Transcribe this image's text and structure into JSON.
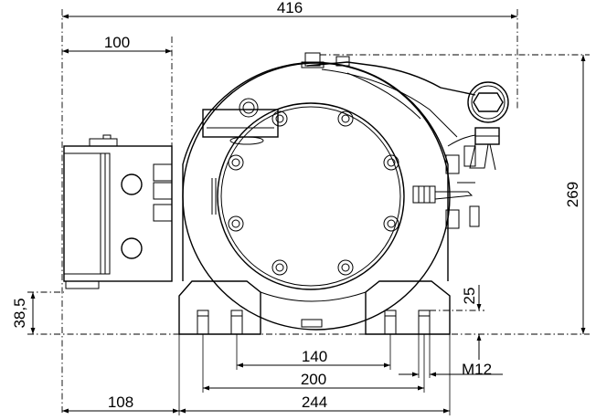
{
  "dimensions": {
    "overall_width": "416",
    "left_offset": "100",
    "height": "269",
    "base_height": "38,5",
    "thread_gap": "25",
    "bolt_spacing_inner": "140",
    "bolt_spacing_outer": "200",
    "thread": "M12",
    "base_left": "108",
    "base_width": "244"
  }
}
